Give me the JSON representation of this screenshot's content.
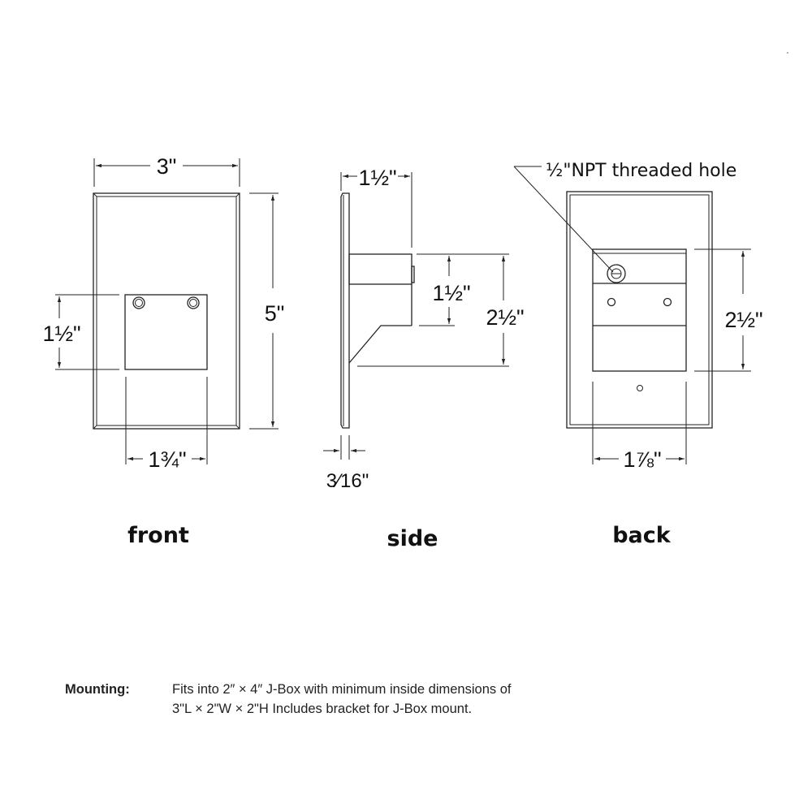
{
  "views": {
    "front": {
      "label": "front",
      "width_dim": "3\"",
      "height_dim": "5\"",
      "box_height_dim": "1½\"",
      "box_width_dim": "1¾\""
    },
    "side": {
      "label": "side",
      "depth_dim": "1½\"",
      "box_height_dim": "1½\"",
      "bracket_height_dim": "2½\"",
      "plate_thickness_dim": "3⁄16\""
    },
    "back": {
      "label": "back",
      "callout": "½\"NPT threaded hole",
      "height_dim": "2½\"",
      "width_dim": "1⅞\""
    }
  },
  "mounting": {
    "label": "Mounting:",
    "line1": "Fits into 2″ × 4″ J-Box with minimum inside dimensions of",
    "line2": "3\"L × 2\"W × 2\"H Includes bracket for J-Box mount."
  }
}
